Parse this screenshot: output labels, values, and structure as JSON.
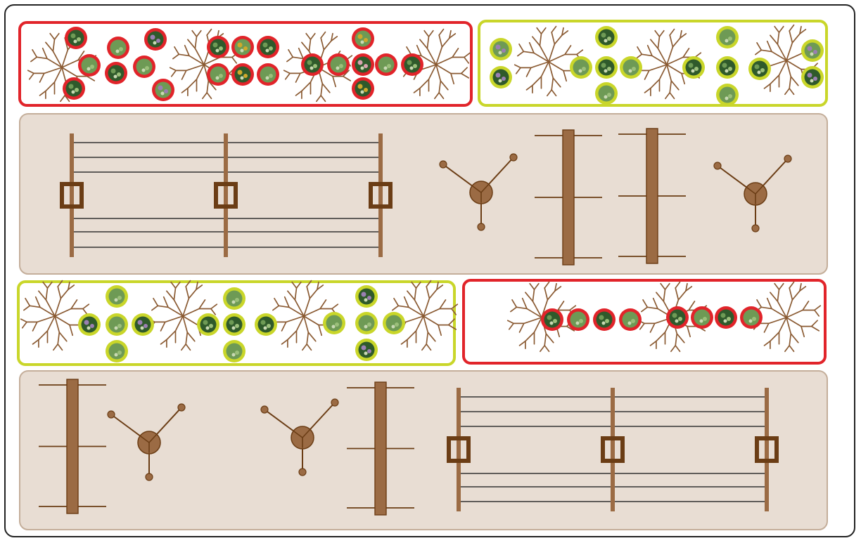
{
  "colors": {
    "frame": "#222222",
    "hedge_red": "#e1242a",
    "hedge_green": "#c9d62a",
    "alley": "#e8ddd3",
    "alley_border": "#c4ae9a",
    "wood": "#9b6b44",
    "wood_dark": "#6b3d15",
    "wire": "#333333",
    "shrub": "#8a5a32",
    "leaf_dark": "#2f5a2b",
    "leaf_light": "#6e9a55",
    "flower_purple": "#9a7fb2",
    "flower_pink": "#d9a3b0",
    "flower_yellow": "#cfa92b"
  },
  "icons": {
    "shrub": "bare-branch-shrub-icon",
    "plant": "plant-photo-circle-icon",
    "trellis": "wire-trellis-icon",
    "post": "vertical-post-icon",
    "sprinkler": "three-arm-sprinkler-icon"
  },
  "hedgerows": [
    {
      "id": "top-left",
      "border": "red"
    },
    {
      "id": "top-right",
      "border": "green"
    },
    {
      "id": "middle-left",
      "border": "green"
    },
    {
      "id": "middle-right",
      "border": "red"
    }
  ],
  "alleys": [
    {
      "id": "alley-1",
      "items": [
        "trellis",
        "sprinkler",
        "post",
        "post",
        "sprinkler"
      ]
    },
    {
      "id": "alley-2",
      "items": [
        "post",
        "sprinkler",
        "sprinkler",
        "post",
        "trellis"
      ]
    }
  ]
}
